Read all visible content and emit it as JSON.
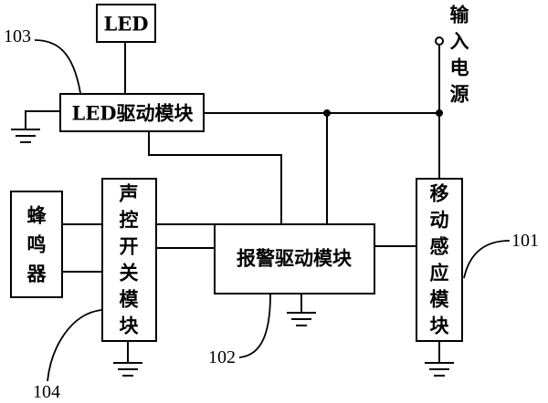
{
  "blocks": {
    "led": "LED",
    "led_driver": "LED驱动模块",
    "buzzer": [
      "蜂",
      "鸣",
      "器"
    ],
    "voice_switch": [
      "声",
      "控",
      "开",
      "关",
      "模",
      "块"
    ],
    "alarm_driver": "报警驱动模块",
    "motion_sensor": [
      "移",
      "动",
      "感",
      "应",
      "模",
      "块"
    ],
    "power_input": [
      "输",
      "入",
      "电",
      "源"
    ]
  },
  "refs": {
    "motion_sensor": "101",
    "alarm_driver": "102",
    "led_driver": "103",
    "voice_switch": "104"
  }
}
